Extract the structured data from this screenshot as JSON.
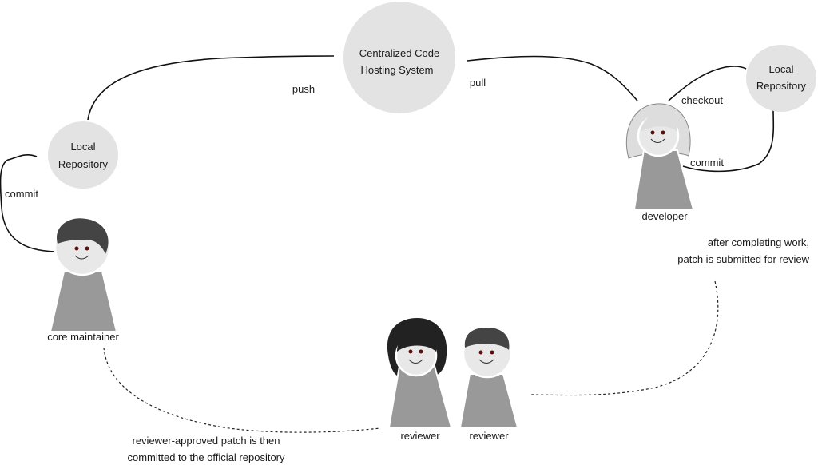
{
  "nodes": {
    "central_repo": {
      "line1": "Centralized Code",
      "line2": "Hosting System"
    },
    "local_repo_left": {
      "line1": "Local",
      "line2": "Repository"
    },
    "local_repo_right": {
      "line1": "Local",
      "line2": "Repository"
    }
  },
  "people": {
    "core_maintainer": "core maintainer",
    "developer": "developer",
    "reviewer_1": "reviewer",
    "reviewer_2": "reviewer"
  },
  "edges": {
    "push": "push",
    "pull": "pull",
    "checkout": "checkout",
    "commit_right": "commit",
    "commit_left": "commit"
  },
  "notes": {
    "submit_line1": "after completing work,",
    "submit_line2": "patch is submitted for review",
    "approved_line1": "reviewer-approved patch is then",
    "approved_line2": "committed to the official repository"
  },
  "colors": {
    "bubble": "#e3e3e3",
    "body": "#999999",
    "face": "#e8e8e8",
    "hair_dark": "#222222",
    "hair_mid": "#444444",
    "hair_light": "#dddddd"
  }
}
